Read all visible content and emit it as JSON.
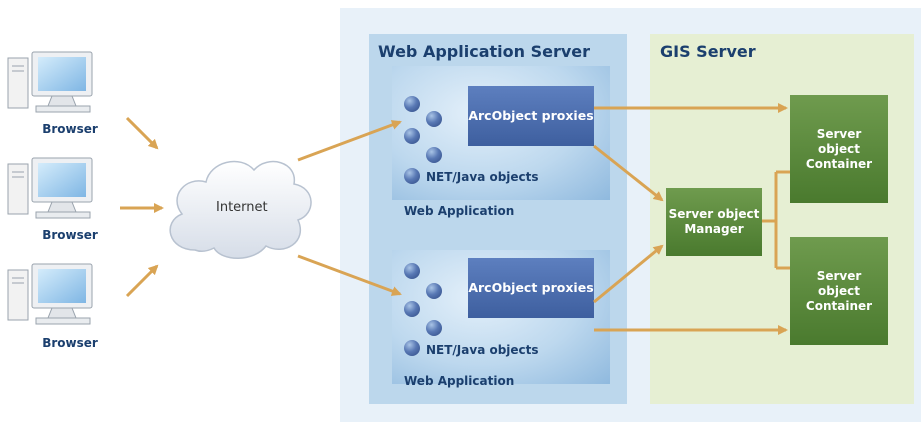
{
  "browsers": [
    "Browser",
    "Browser",
    "Browser"
  ],
  "internet": "Internet",
  "web_server": {
    "title": "Web Application Server",
    "apps": [
      {
        "proxies": "ArcObject proxies",
        "objects": "NET/Java objects",
        "label": "Web Application"
      },
      {
        "proxies": "ArcObject proxies",
        "objects": "NET/Java objects",
        "label": "Web Application"
      }
    ]
  },
  "gis_server": {
    "title": "GIS Server",
    "manager": "Server object Manager",
    "containers": [
      "Server object Container",
      "Server object Container"
    ]
  },
  "colors": {
    "arrow": "#d9a454",
    "green": "#5a8a3c",
    "proxy": "#4a6aab",
    "title": "#1b3f6e"
  }
}
